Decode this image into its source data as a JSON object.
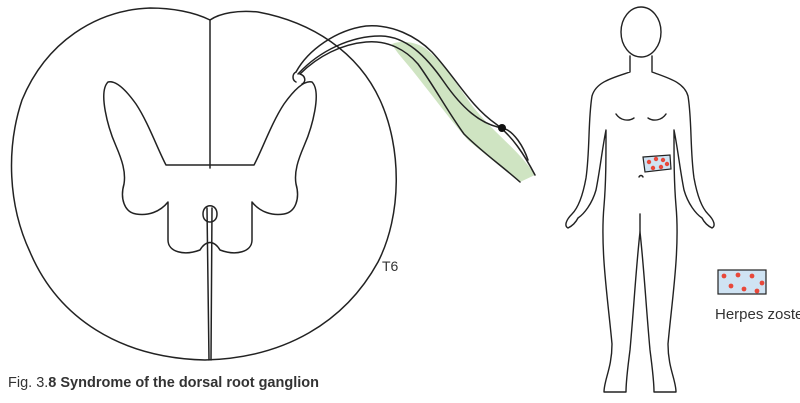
{
  "segment_label": "T6",
  "legend": {
    "label": "Herpes zoster",
    "fill_color": "#cfe3f3",
    "dot_color": "#e8483a"
  },
  "caption": {
    "prefix": "Fig. 3.",
    "bold": "8 Syndrome of the dorsal root ganglion"
  },
  "colors": {
    "ganglion_highlight": "#cfe4c2",
    "outline": "#222222"
  }
}
